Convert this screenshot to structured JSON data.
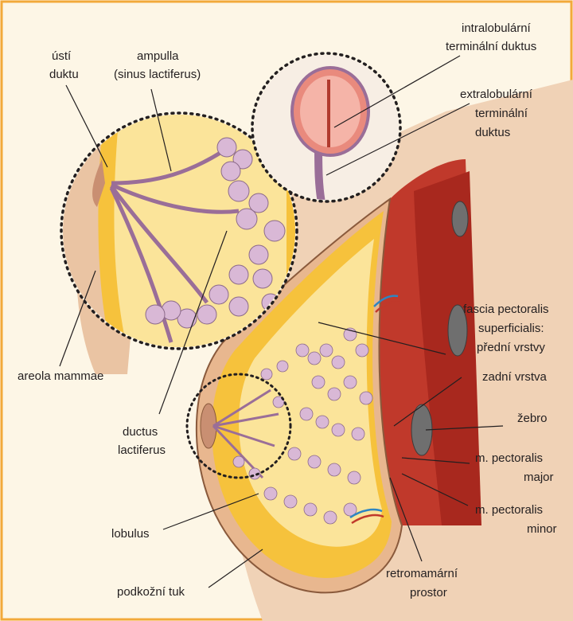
{
  "labels": {
    "usti_duktu": [
      "ústí",
      "duktu"
    ],
    "ampulla": [
      "ampulla",
      "(sinus lactiferus)"
    ],
    "intralobularni": [
      "intralobulární",
      "terminální duktus"
    ],
    "extralobularni": [
      "extralobulární",
      "terminální",
      "duktus"
    ],
    "areola": [
      "areola mammae"
    ],
    "ductus": [
      "ductus",
      "lactiferus"
    ],
    "fascia": [
      "fascia pectoralis",
      "superficialis:",
      "přední vrstvy"
    ],
    "zadni": [
      "zadní vrstva"
    ],
    "zebro": [
      "žebro"
    ],
    "pect_major": [
      "m. pectoralis",
      "major"
    ],
    "pect_minor": [
      "m. pectoralis",
      "minor"
    ],
    "lobulus": [
      "lobulus"
    ],
    "podkozni": [
      "podkožní tuk"
    ],
    "retromamarni": [
      "retromamární",
      "prostor"
    ]
  },
  "colors": {
    "background": "#fdf6e6",
    "border": "#f2a93b",
    "skin": "#e8b78f",
    "fat": "#f6c23c",
    "muscle": "#c0392b",
    "lobule": "#d9b8d6",
    "duct": "#9a6e98"
  }
}
